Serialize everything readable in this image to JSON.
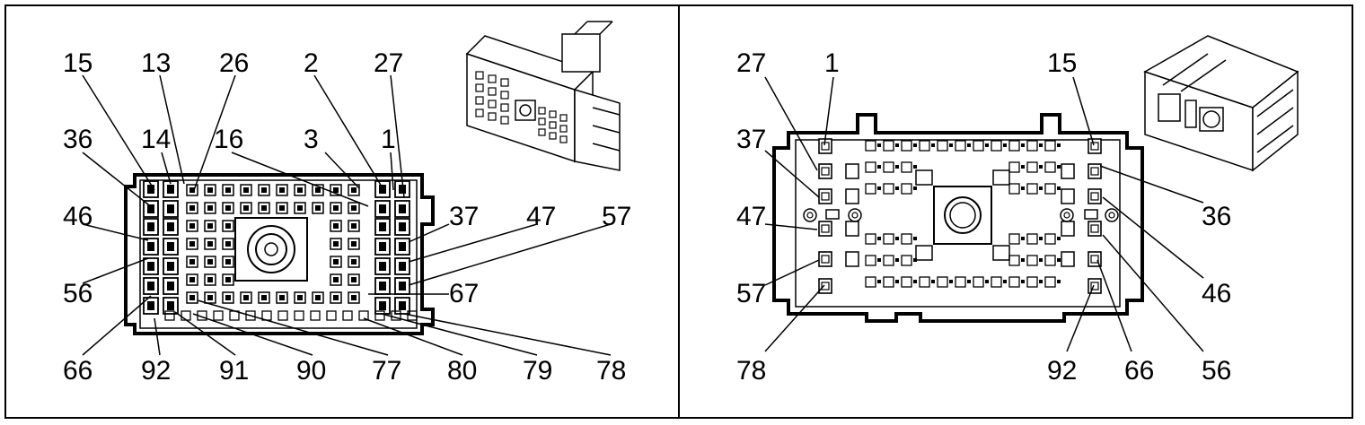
{
  "panels": [
    {
      "id": "left",
      "labels": [
        "15",
        "13",
        "26",
        "2",
        "27",
        "36",
        "14",
        "16",
        "3",
        "1",
        "46",
        "37",
        "47",
        "57",
        "56",
        "67",
        "66",
        "92",
        "91",
        "90",
        "77",
        "80",
        "79",
        "78"
      ]
    },
    {
      "id": "right",
      "labels": [
        "27",
        "1",
        "15",
        "37",
        "36",
        "47",
        "46",
        "57",
        "56",
        "78",
        "92",
        "66"
      ]
    }
  ]
}
